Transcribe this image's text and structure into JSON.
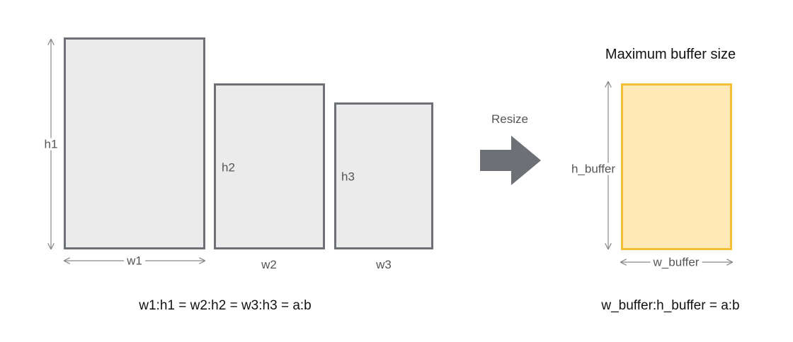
{
  "labels": {
    "h1": "h1",
    "h2": "h2",
    "h3": "h3",
    "w1": "w1",
    "w2": "w2",
    "w3": "w3",
    "resize": "Resize",
    "max_title": "Maximum buffer size",
    "h_buffer": "h_buffer",
    "w_buffer": "w_buffer"
  },
  "formulas": {
    "left": "w1:h1 = w2:h2 = w3:h3 = a:b",
    "right": "w_buffer:h_buffer = a:b"
  },
  "colors": {
    "box_fill": "#ebebeb",
    "box_stroke": "#6d7075",
    "buffer_fill": "#ffe9b6",
    "buffer_stroke": "#f4bf36",
    "arrow": "#6d7075",
    "dim_line": "#888888"
  },
  "icons": {
    "resize_arrow": "right-arrow-icon"
  }
}
